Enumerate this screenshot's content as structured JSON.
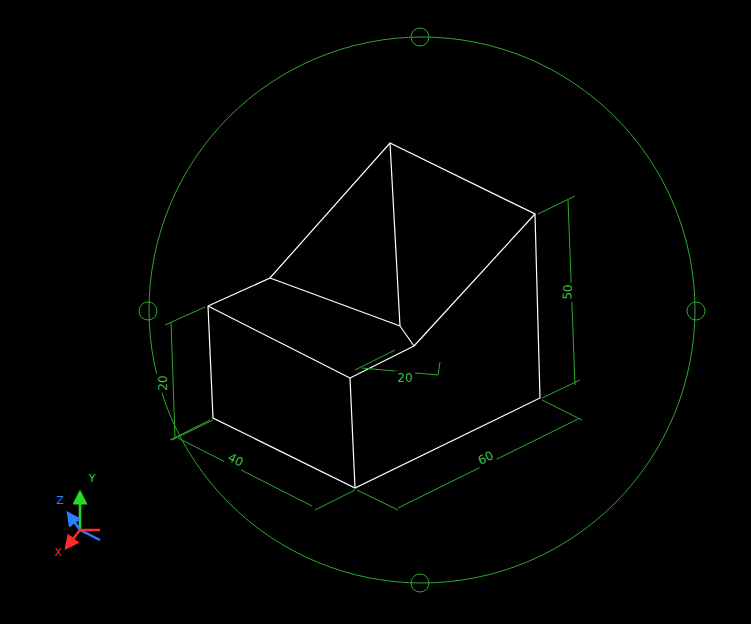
{
  "diagram": {
    "labels": [
      "20",
      "20",
      "50",
      "40",
      "60",
      "Z",
      "Y",
      "X"
    ]
  }
}
